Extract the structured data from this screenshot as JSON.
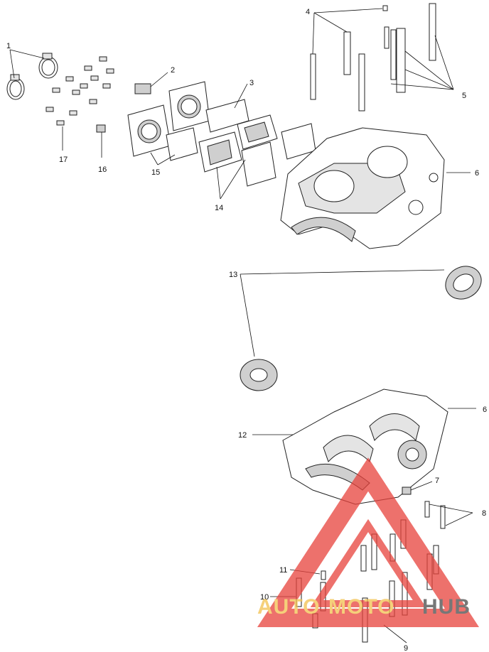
{
  "callouts": [
    {
      "id": "c1",
      "text": "1"
    },
    {
      "id": "c2",
      "text": "2"
    },
    {
      "id": "c3a",
      "text": "3"
    },
    {
      "id": "c4",
      "text": "4"
    },
    {
      "id": "c5",
      "text": "5"
    },
    {
      "id": "c6a",
      "text": "6"
    },
    {
      "id": "c13",
      "text": "13"
    },
    {
      "id": "c14",
      "text": "14"
    },
    {
      "id": "c15",
      "text": "15"
    },
    {
      "id": "c16",
      "text": "16"
    },
    {
      "id": "c17",
      "text": "17"
    },
    {
      "id": "c6b",
      "text": "6"
    },
    {
      "id": "c12",
      "text": "12"
    },
    {
      "id": "c7",
      "text": "7"
    },
    {
      "id": "c8",
      "text": "8"
    },
    {
      "id": "c11",
      "text": "11"
    },
    {
      "id": "c10",
      "text": "10"
    },
    {
      "id": "c9",
      "text": "9"
    }
  ],
  "watermark": {
    "part1": "AUTO",
    "part2": "MOTO",
    "part3": "HUB",
    "color_auto": "#f2c14e",
    "color_moto": "#f2c14e",
    "color_hub": "#4a4a4a",
    "triangle_color": "#e8423c"
  }
}
